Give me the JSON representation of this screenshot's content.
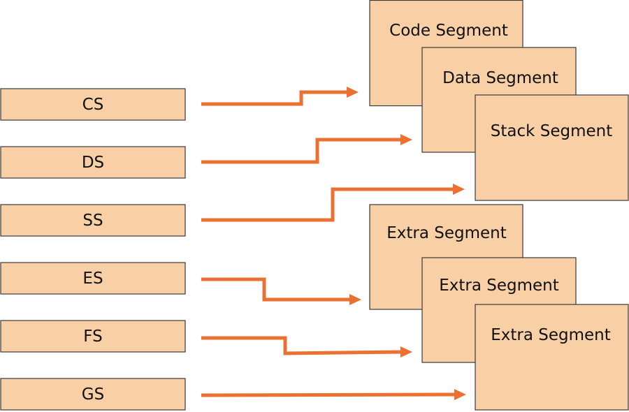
{
  "registers": [
    {
      "label": "CS"
    },
    {
      "label": "DS"
    },
    {
      "label": "SS"
    },
    {
      "label": "ES"
    },
    {
      "label": "FS"
    },
    {
      "label": "GS"
    }
  ],
  "segments": [
    {
      "label": "Code Segment"
    },
    {
      "label": "Data Segment"
    },
    {
      "label": "Stack Segment"
    },
    {
      "label": "Extra Segment"
    },
    {
      "label": "Extra Segment"
    },
    {
      "label": "Extra Segment"
    }
  ],
  "colors": {
    "box_fill": "#f9cfa5",
    "arrow": "#ea7132",
    "border": "#3a3a3a"
  }
}
